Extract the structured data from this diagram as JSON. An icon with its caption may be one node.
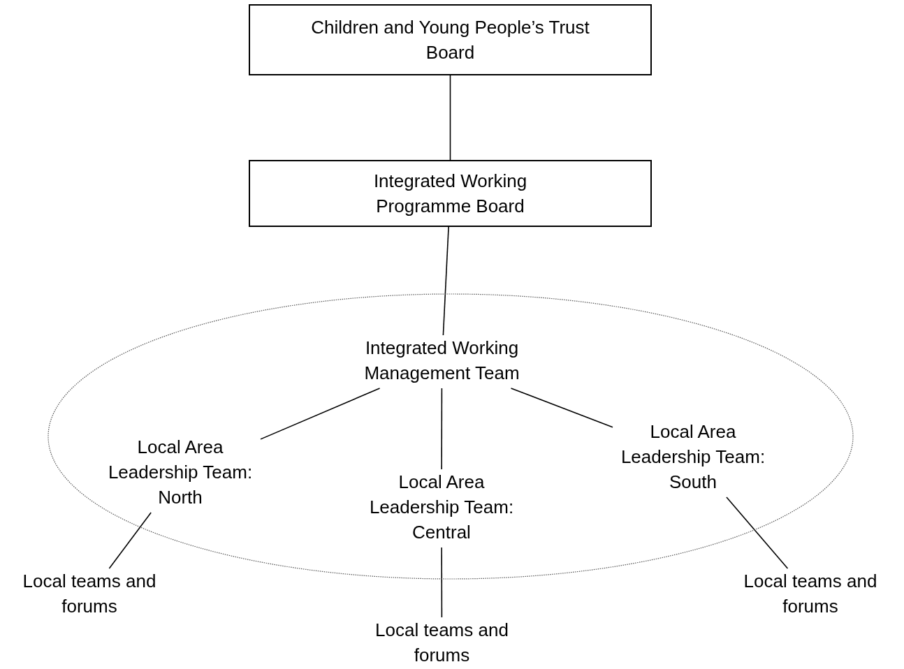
{
  "diagram": {
    "nodes": [
      {
        "text": [
          "Children and Young People’s Trust Board"
        ]
      },
      {
        "text": [
          "Integrated Working Programme Board"
        ]
      },
      {
        "text": [],
        "shape": "ellipse"
      },
      {
        "text": [
          "Integrated Working Management Team"
        ],
        "in": 2
      },
      {
        "text": [
          "Local Area Leadership Team: North"
        ],
        "in": 2
      },
      {
        "text": [
          "Local Area Leadership Team: Central"
        ],
        "in": 2
      },
      {
        "text": [
          "Local Area Leadership Team: South"
        ],
        "in": 2
      },
      {
        "text": [
          "Local teams and forums"
        ]
      },
      {
        "text": [
          "Local teams and forums"
        ]
      },
      {
        "text": [
          "Local teams and forums"
        ]
      }
    ],
    "edges": [
      {
        "from": 0,
        "to": 1,
        "arrow": "none"
      },
      {
        "from": 1,
        "to": 3,
        "arrow": "none"
      },
      {
        "from": 3,
        "to": 4,
        "arrow": "none"
      },
      {
        "from": 3,
        "to": 5,
        "arrow": "none"
      },
      {
        "from": 3,
        "to": 6,
        "arrow": "none"
      },
      {
        "from": 4,
        "to": 7,
        "arrow": "none"
      },
      {
        "from": 5,
        "to": 9,
        "arrow": "none"
      },
      {
        "from": 6,
        "to": 8,
        "arrow": "none"
      }
    ]
  }
}
